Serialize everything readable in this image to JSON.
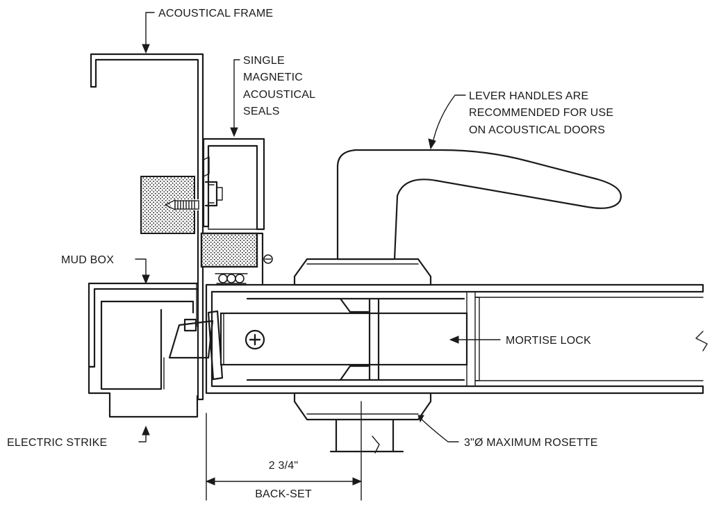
{
  "labels": {
    "acoustical_frame": "ACOUSTICAL FRAME",
    "seals": [
      "SINGLE",
      "MAGNETIC",
      "ACOUSTICAL",
      "SEALS"
    ],
    "lever_note": [
      "LEVER HANDLES ARE",
      "RECOMMENDED FOR USE",
      "ON ACOUSTICAL DOORS"
    ],
    "mud_box": "MUD BOX",
    "mortise_lock": "MORTISE LOCK",
    "electric_strike": "ELECTRIC STRIKE",
    "rosette": "3\"Ø MAXIMUM ROSETTE",
    "backset_value": "2 3/4\"",
    "backset_label": "BACK-SET"
  },
  "colors": {
    "line": "#1a1a1a",
    "background": "#ffffff"
  }
}
